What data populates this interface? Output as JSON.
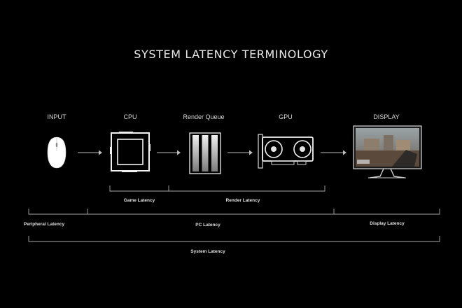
{
  "title": "SYSTEM LATENCY TERMINOLOGY",
  "stages": {
    "input": "INPUT",
    "cpu": "CPU",
    "render_queue": "Render Queue",
    "gpu": "GPU",
    "display": "DISPLAY"
  },
  "brackets": {
    "game_latency": "Game Latency",
    "render_latency": "Render Latency",
    "peripheral_latency": "Peripheral Latency",
    "pc_latency": "PC Latency",
    "display_latency": "Display Latency",
    "system_latency": "System Latency"
  },
  "icons": {
    "input": "mouse-icon",
    "cpu": "cpu-chip-icon",
    "render_queue": "render-queue-icon",
    "gpu": "graphics-card-icon",
    "display": "monitor-icon"
  },
  "colors": {
    "background": "#000000",
    "line": "#bdbdbd",
    "text": "#e6e6e6"
  }
}
